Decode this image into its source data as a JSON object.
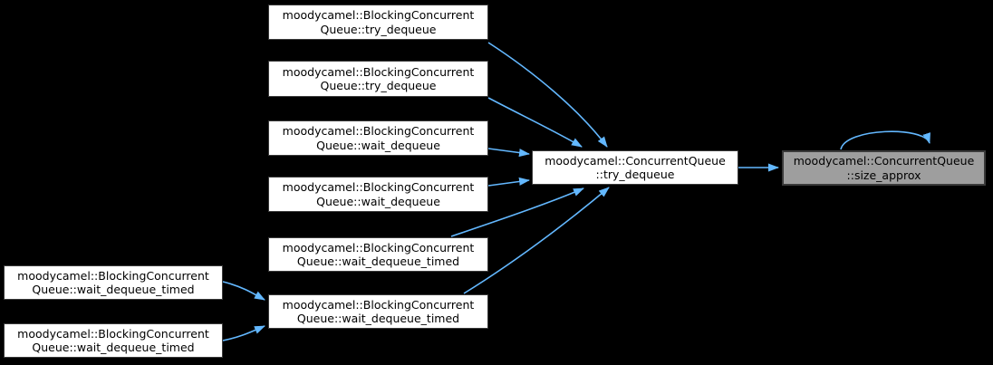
{
  "graph": {
    "colors": {
      "background": "#000000",
      "edge": "#63b8ff",
      "node_fill": "#ffffff",
      "node_border": "#3a3a3a",
      "focus_fill": "#9e9e9e",
      "text": "#000000"
    },
    "nodes": [
      {
        "line1": "moodycamel::BlockingConcurrent",
        "line2": "Queue::try_dequeue"
      },
      {
        "line1": "moodycamel::BlockingConcurrent",
        "line2": "Queue::try_dequeue"
      },
      {
        "line1": "moodycamel::BlockingConcurrent",
        "line2": "Queue::wait_dequeue"
      },
      {
        "line1": "moodycamel::BlockingConcurrent",
        "line2": "Queue::wait_dequeue"
      },
      {
        "line1": "moodycamel::BlockingConcurrent",
        "line2": "Queue::wait_dequeue_timed"
      },
      {
        "line1": "moodycamel::BlockingConcurrent",
        "line2": "Queue::wait_dequeue_timed"
      },
      {
        "line1": "moodycamel::BlockingConcurrent",
        "line2": "Queue::wait_dequeue_timed"
      },
      {
        "line1": "moodycamel::BlockingConcurrent",
        "line2": "Queue::wait_dequeue_timed"
      },
      {
        "line1": "moodycamel::ConcurrentQueue",
        "line2": "::try_dequeue"
      },
      {
        "line1": "moodycamel::ConcurrentQueue",
        "line2": "::size_approx"
      }
    ]
  }
}
